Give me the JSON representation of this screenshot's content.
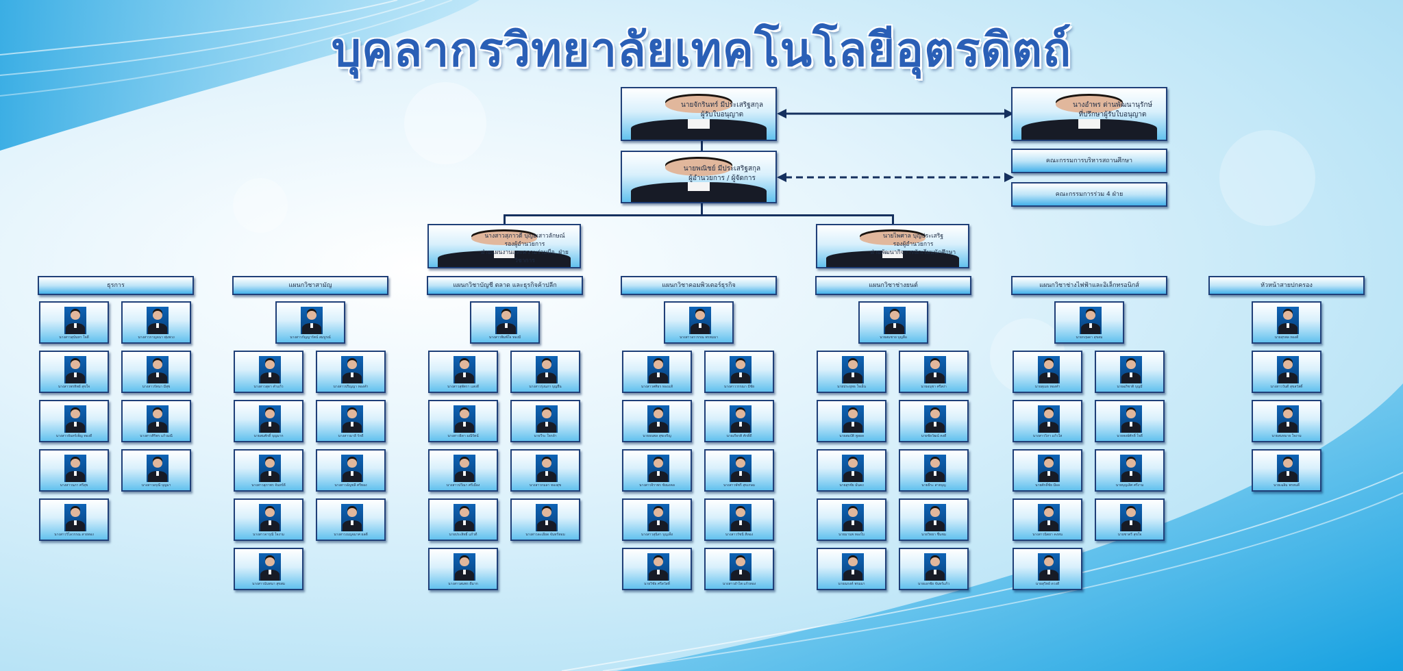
{
  "title": "บุคลากรวิทยาลัยเทคโนโลยีอุตรดิตถ์",
  "licensee": {
    "name": "นายจักรินทร์  มีประเสริฐสกุล",
    "role": "ผู้รับใบอนุญาต"
  },
  "advisor": {
    "name": "นางอำพร  ด่านพัฒนานุรักษ์",
    "role": "ที่ปรึกษาผู้รับใบอนุญาต"
  },
  "director": {
    "name": "นายพณิชย์  มีประเสริฐสกุล",
    "role": "ผู้อำนวยการ / ผู้จัดการ"
  },
  "committees": [
    "คณะกรรมการบริหารสถานศึกษา",
    "คณะกรรมการร่วม 4 ฝ่าย"
  ],
  "deputies": [
    {
      "name": "นางสาวสุภาวดี  บุญอเสาวลักษณ์",
      "role1": "รองผู้อำนวยการ",
      "role2": "ฝ่ายแผนงานและความร่วมมือ, ฝ่ายวิชาการ"
    },
    {
      "name": "นายไพศาล  บุญประเสริฐ",
      "role1": "รองผู้อำนวยการ",
      "role2": "ฝ่ายพัฒนากิจการนักเรียนนักศึกษา"
    }
  ],
  "departments": [
    {
      "name": "ธุรการ",
      "head": "",
      "staff": [
        "นางสาวสุนันทา ใจดี",
        "นางสาวกาญจนา พุ่มพวง",
        "นางสาวพรทิพย์ สุขใจ",
        "นางสาวรัตนา มีสุข",
        "นางสาวจันทร์เพ็ญ ทองดี",
        "นางสาวศิริพร แก้วมณี",
        "นางสาวนภา ศรีสุข",
        "นางสาวอรุณี บุญมา",
        "นางสาววิไลวรรณ สายทอง"
      ]
    },
    {
      "name": "แผนกวิชาสามัญ",
      "head": "นางสาวกัญญารัตน์ สมบูรณ์",
      "staff": [
        "นางสาวสุดา คำแก้ว",
        "นางสาวปริญญา ทองคำ",
        "นายสมศักดิ์ บุญมาก",
        "นางสาวมาลี รักดี",
        "นางสาวสุภาพร จันทร์ดี",
        "นางสาวอัญชลี ศรีทอง",
        "นางสาวจารุณี ใจงาม",
        "นางสาวเบญจมาศ ผลดี",
        "นางสาวนันทนา สุขสม"
      ]
    },
    {
      "name": "แผนกวิชาบัญชี ตลาด และธุรกิจค้าปลีก",
      "head": "นางสาวพิมพ์ใจ ทองมี",
      "staff": [
        "นางสาวสุพัตรา แสงดี",
        "นางสาวรุ่งนภา บุญยืน",
        "นางสาวธิดา มณีรัตน์",
        "นายวีระ ใจกล้า",
        "นางสาวปวีณา ศรีเมือง",
        "นางสาวกมลา ทองสุข",
        "นายประสิทธิ์ แก้วดี",
        "นางสาวละเอียด จันทร์หอม",
        "นางสาวสมพร ดีมาก"
      ]
    },
    {
      "name": "แผนกวิชาคอมพิวเตอร์ธุรกิจ",
      "head": "นางสาวอรวรรณ พรหมมา",
      "staff": [
        "นางสาวศศิธร ทองแท้",
        "นางสาววรรณา มีชัย",
        "นายธนพล สุขเจริญ",
        "นายเกียรติ ศักดิ์ดี",
        "นางสาวจิราพร ชัยมงคล",
        "นางสาวพัชรี สุขเกษม",
        "นางสาวสุนิสา บุญเพ็ง",
        "นางสาวรัชนี สีทอง",
        "นายวิชัย ศรีสวัสดิ์",
        "นางสาวอำไพ แก้วทอง"
      ]
    },
    {
      "name": "แผนกวิชาช่างยนต์",
      "head": "นายสมชาย บุญลือ",
      "staff": [
        "นายประยุทธ ใจเย็น",
        "นายอนุชา ศรีสง่า",
        "นายสมบัติ พูลผล",
        "นายชัยวัฒน์ คงดี",
        "นายสุรชัย มั่นคง",
        "นายธีระ สายบุญ",
        "นายมานพ ทองใบ",
        "นายวิทยา ชื่นชม",
        "นายณรงค์ พรมมา",
        "นายเอกชัย จันทร์แก้ว"
      ]
    },
    {
      "name": "แผนกวิชาช่างไฟฟ้าและอิเล็กทรอนิกส์",
      "head": "นายกฤษดา สุขสม",
      "staff": [
        "นายสุเมธ ทองคำ",
        "นายอภิชาติ บุญมี",
        "นางสาววิภา แก้วใส",
        "นายพงษ์ศักดิ์ ใจดี",
        "นายศักดิ์ชัย มีผล",
        "นายบุญเลิศ ศรีงาม",
        "นางสาวนิตยา คงทน",
        "นายชาตรี สุขใจ",
        "นายสุวิทย์ ดวงดี"
      ]
    },
    {
      "name": "หัวหน้าสายปกครอง",
      "head": "นายสุรพล ทองดี",
      "staff": [
        "นางสาววันดี สุขสวัสดิ์",
        "นายสมหมาย ใจงาม",
        "นายเฉลิม พรหมดี"
      ]
    }
  ]
}
